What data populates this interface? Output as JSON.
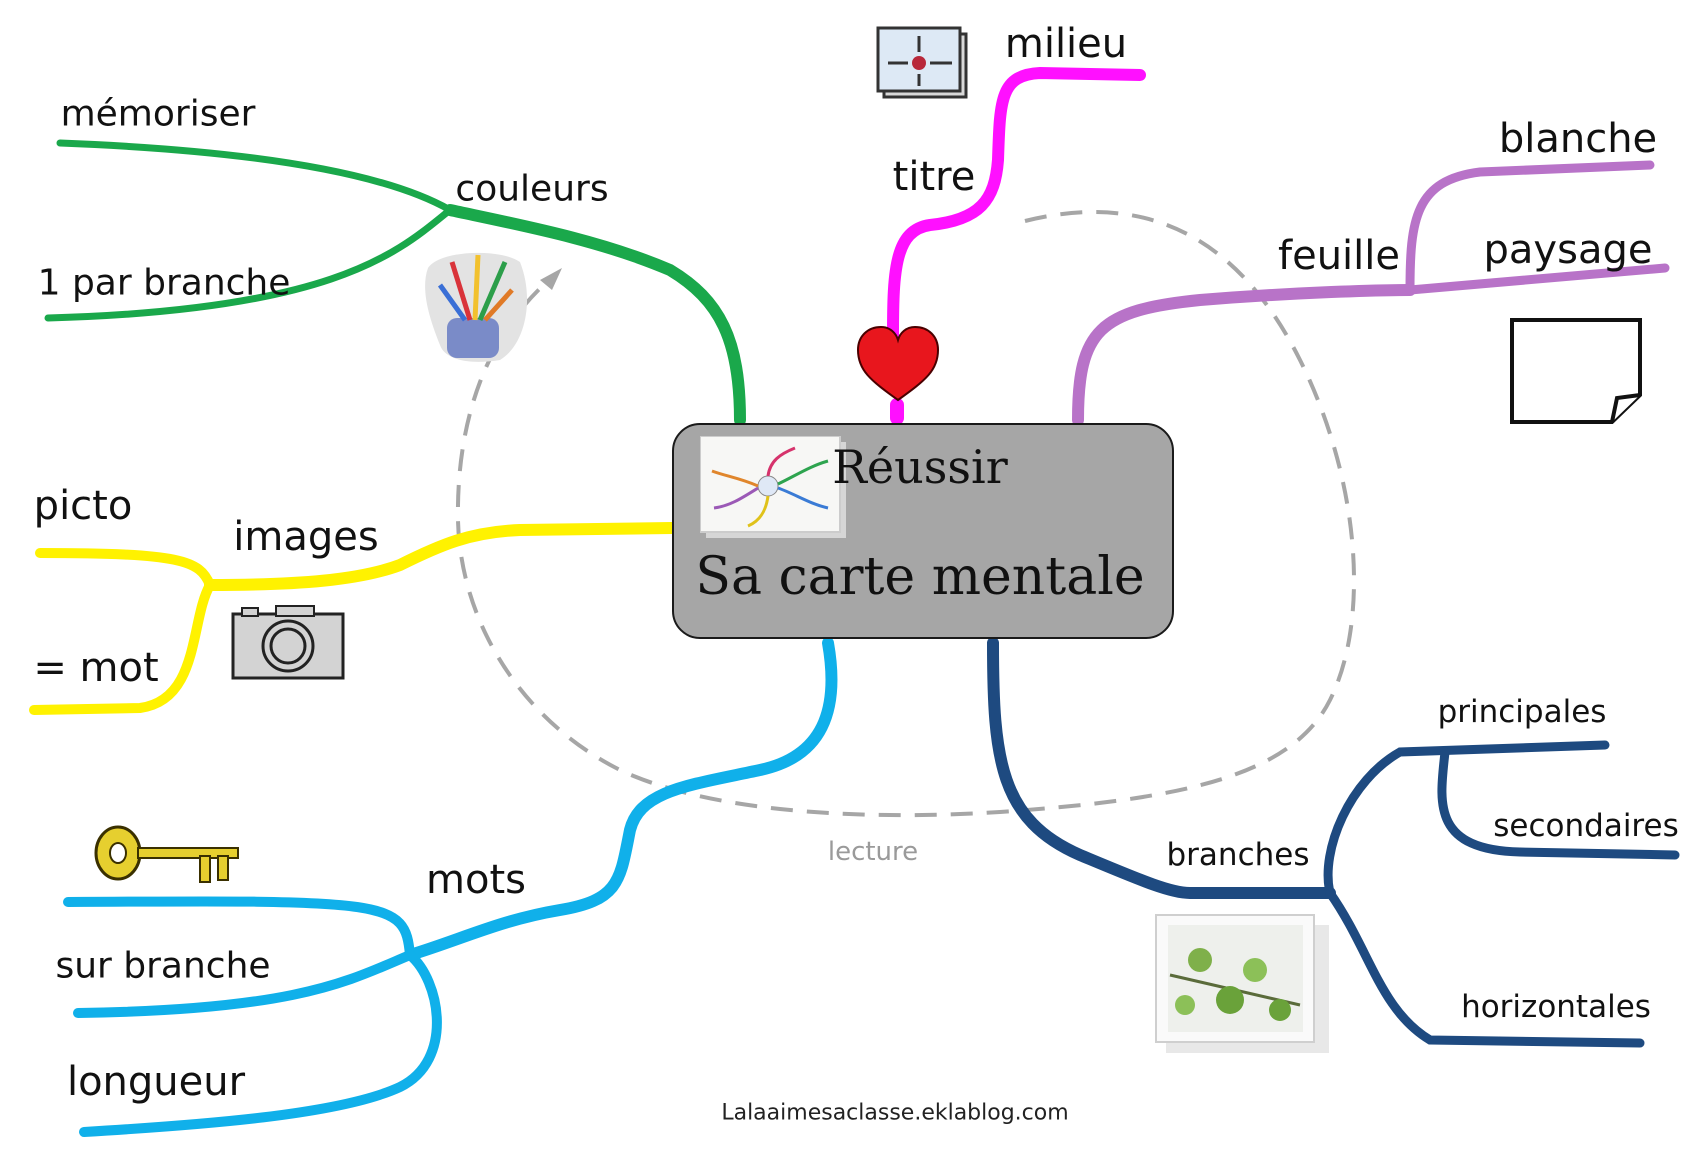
{
  "central": {
    "title": "Réussir",
    "subtitle": "Sa carte mentale"
  },
  "branches": {
    "couleurs": {
      "label": "couleurs",
      "color": "#1aa84b",
      "children": [
        "mémoriser",
        "1 par branche"
      ]
    },
    "titre": {
      "label": "titre",
      "color": "#ff10ff",
      "children": [
        "milieu"
      ]
    },
    "feuille": {
      "label": "feuille",
      "color": "#b873c8",
      "children": [
        "blanche",
        "paysage"
      ]
    },
    "images": {
      "label": "images",
      "color": "#fff200",
      "children": [
        "picto",
        "= mot"
      ]
    },
    "mots": {
      "label": "mots",
      "color": "#10b0ea",
      "children": [
        "sur branche",
        "longueur"
      ]
    },
    "branches": {
      "label": "branches",
      "color": "#1e4a80",
      "children": [
        "principales",
        "secondaires",
        "horizontales"
      ]
    }
  },
  "reading_arrow": {
    "label": "lecture",
    "color": "#a6a6a6"
  },
  "icons": [
    "pencil-cup-icon",
    "center-target-icon",
    "heart-icon",
    "blank-paper-icon",
    "camera-icon",
    "key-icon",
    "leaf-photo-icon",
    "mindmap-thumbnail-icon"
  ],
  "footer": "Lalaaimesaclasse.eklablog.com"
}
